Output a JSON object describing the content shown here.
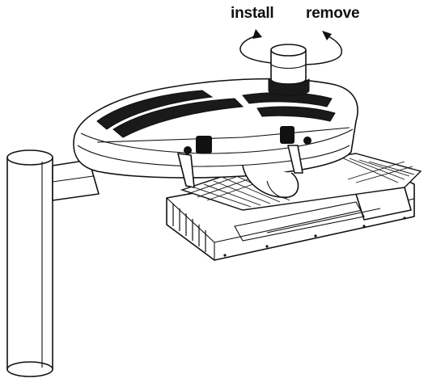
{
  "labels": {
    "install": "install",
    "remove": "remove"
  },
  "colors": {
    "line": "#111111",
    "background": "#ffffff"
  },
  "icons": {
    "rotation": "curved-rotation-arrows"
  }
}
